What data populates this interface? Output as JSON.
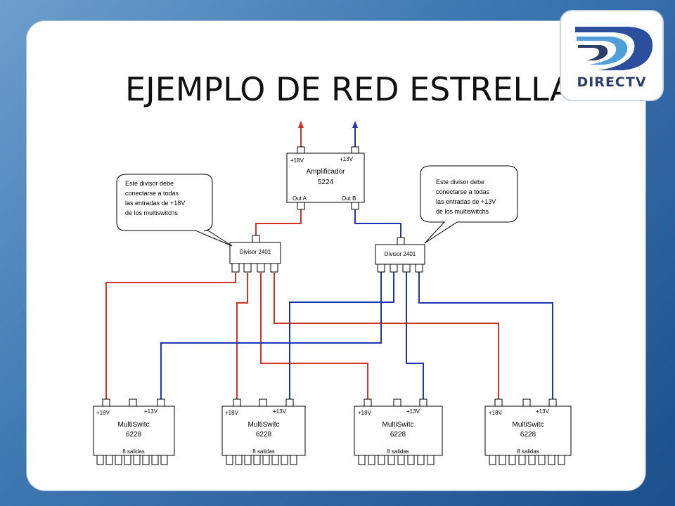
{
  "slide": {
    "title": "EJEMPLO DE RED ESTRELLA",
    "logo_text": "DIRECTV",
    "logo_mark": "directv-swoosh-logo"
  },
  "amplifier": {
    "label_18v": "+18V",
    "label_13v": "+13V",
    "name": "Amplificador",
    "model": "5224",
    "out_a": "Out A",
    "out_b": "Out B"
  },
  "dividers": {
    "left": "Divisor 2401",
    "right": "Divisor 2401"
  },
  "callouts": {
    "left": [
      "Este divisor debe",
      "conectarse  a todas",
      "las entradas de +18V",
      "de los multiswitchs"
    ],
    "right": [
      "Este divisor debe",
      "conectarse  a todas",
      "las entradas de +13V",
      "de los multiswitchs"
    ]
  },
  "multiswitches": [
    {
      "l18": "+18V",
      "l13": "+13V",
      "name": "MultiSwitc",
      "model": "6228",
      "outputs": "8 salidas"
    },
    {
      "l18": "+18V",
      "l13": "+13V",
      "name": "MultiSwitc",
      "model": "6228",
      "outputs": "8 salidas"
    },
    {
      "l18": "+18V",
      "l13": "+13V",
      "name": "MultiSwitc",
      "model": "6228",
      "outputs": "8 salidas"
    },
    {
      "l18": "+18V",
      "l13": "+13V",
      "name": "MultiSwitc",
      "model": "6228",
      "outputs": "8 salidas"
    }
  ],
  "colors": {
    "red_line": "#d4312b",
    "blue_line": "#1f35b8",
    "panel": "#ffffff"
  }
}
